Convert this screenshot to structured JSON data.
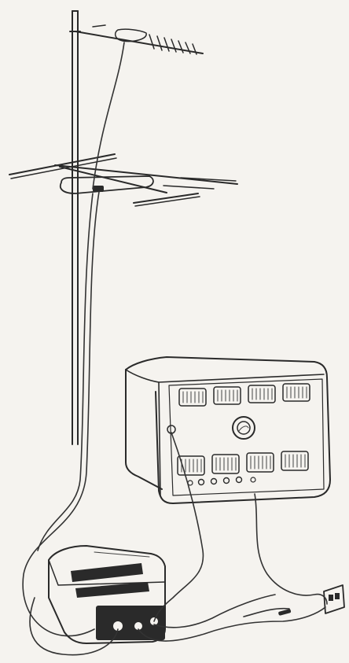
{
  "image": {
    "type": "line-drawing",
    "background_color": "#f5f3ef",
    "ink_color": "#2a2a2a"
  },
  "objects": [
    "mast",
    "upper-yagi-antenna",
    "lower-antenna-array",
    "receiver-cabinet",
    "dial-knob",
    "converter-box",
    "wall-outlet",
    "coaxial-cables"
  ]
}
